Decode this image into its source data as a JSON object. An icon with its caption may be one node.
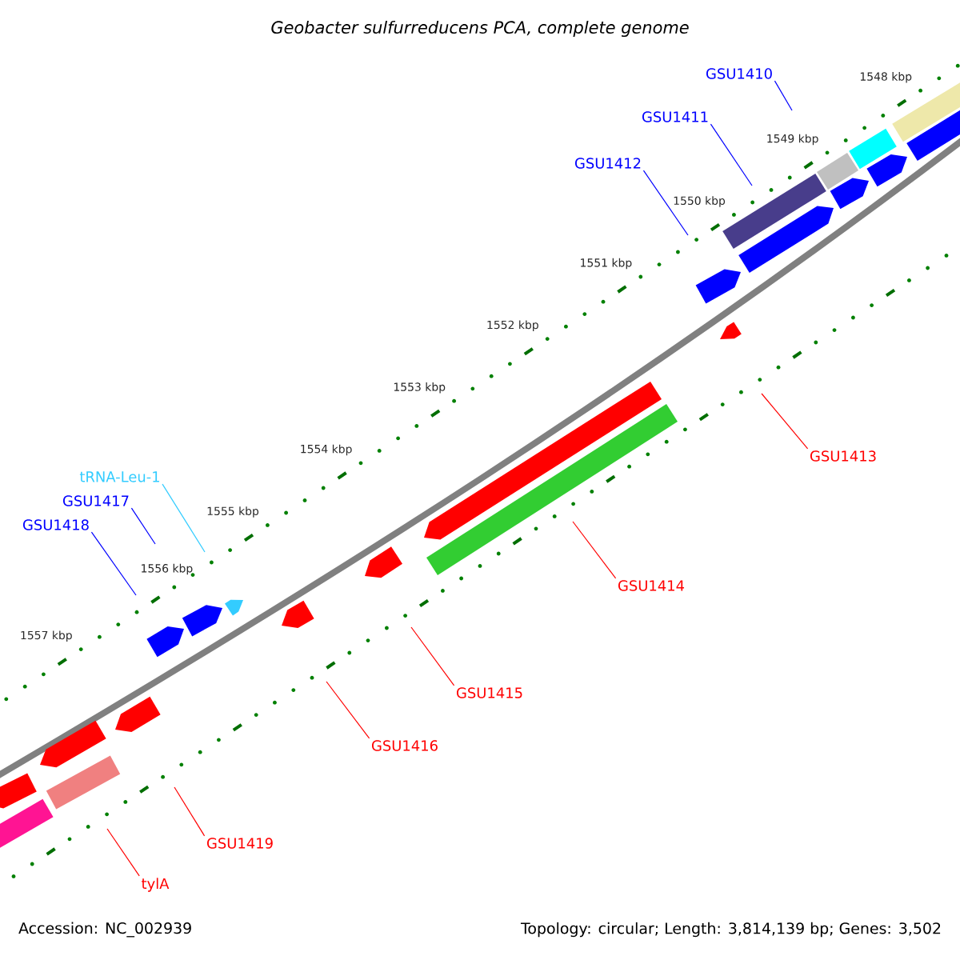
{
  "diagram": {
    "title": "Geobacter sulfurreducens PCA, complete genome",
    "nodes": [
      {
        "text": [
          "GSU1410"
        ]
      },
      {
        "text": [
          "GSU1411"
        ]
      },
      {
        "text": [
          "GSU1412"
        ]
      },
      {
        "text": [
          "GSU1413"
        ]
      },
      {
        "text": [
          "GSU1414"
        ]
      },
      {
        "text": [
          "GSU1415"
        ]
      },
      {
        "text": [
          "GSU1416"
        ]
      },
      {
        "text": [
          "tRNA-Leu-1"
        ]
      },
      {
        "text": [
          "GSU1417"
        ]
      },
      {
        "text": [
          "GSU1418"
        ]
      },
      {
        "text": [
          "GSU1419"
        ]
      },
      {
        "text": [
          "tylA"
        ]
      }
    ],
    "edges": [
      {
        "from": 0,
        "to": null,
        "arrow": "none",
        "color": "#0000ff"
      },
      {
        "from": 1,
        "to": null,
        "arrow": "none",
        "color": "#0000ff"
      },
      {
        "from": 2,
        "to": null,
        "arrow": "none",
        "color": "#0000ff"
      },
      {
        "from": 3,
        "to": null,
        "arrow": "none"
      },
      {
        "from": 4,
        "to": null,
        "arrow": "none"
      },
      {
        "from": 5,
        "to": null,
        "arrow": "none"
      },
      {
        "from": 6,
        "to": null,
        "arrow": "none"
      },
      {
        "from": 7,
        "to": null,
        "arrow": "none",
        "color": "#33ccff"
      },
      {
        "from": 8,
        "to": null,
        "arrow": "none",
        "color": "#0000ff"
      },
      {
        "from": 9,
        "to": null,
        "arrow": "none",
        "color": "#0000ff"
      },
      {
        "from": 10,
        "to": null,
        "arrow": "none"
      },
      {
        "from": 11,
        "to": null,
        "arrow": "none"
      }
    ],
    "labels": [
      "1548 kbp",
      "1549 kbp",
      "1550 kbp",
      "1551 kbp",
      "1552 kbp",
      "1553 kbp",
      "1554 kbp",
      "1555 kbp",
      "1556 kbp",
      "1557 kbp",
      "Accession: NC_002939",
      "Topology: circular; Length: 3,814,139 bp; Genes: 3,502"
    ]
  }
}
